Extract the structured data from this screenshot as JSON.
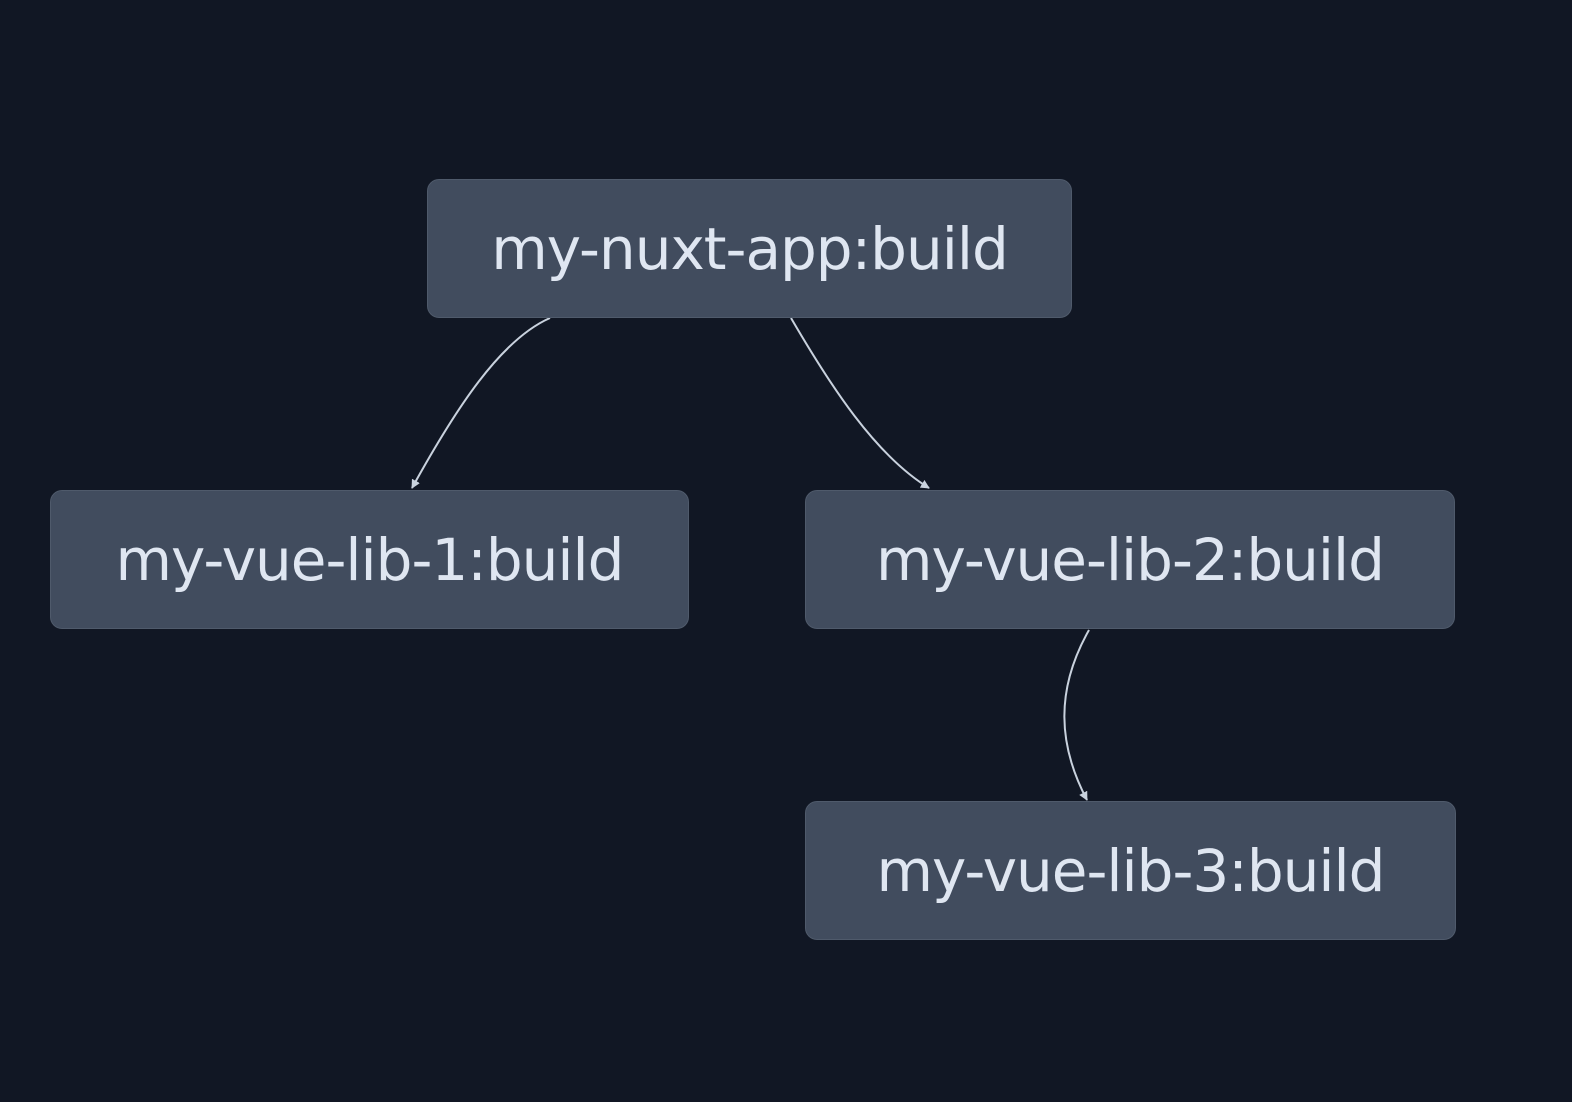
{
  "colors": {
    "background": "#111724",
    "node_fill": "#414c5e",
    "node_border": "#4f5a6b",
    "node_text": "#dfe6f1",
    "edge": "#c9d2de"
  },
  "graph": {
    "nodes": [
      {
        "id": "app",
        "label": "my-nuxt-app:build"
      },
      {
        "id": "lib1",
        "label": "my-vue-lib-1:build"
      },
      {
        "id": "lib2",
        "label": "my-vue-lib-2:build"
      },
      {
        "id": "lib3",
        "label": "my-vue-lib-3:build"
      }
    ],
    "edges": [
      {
        "from": "app",
        "to": "lib1"
      },
      {
        "from": "app",
        "to": "lib2"
      },
      {
        "from": "lib2",
        "to": "lib3"
      }
    ]
  }
}
